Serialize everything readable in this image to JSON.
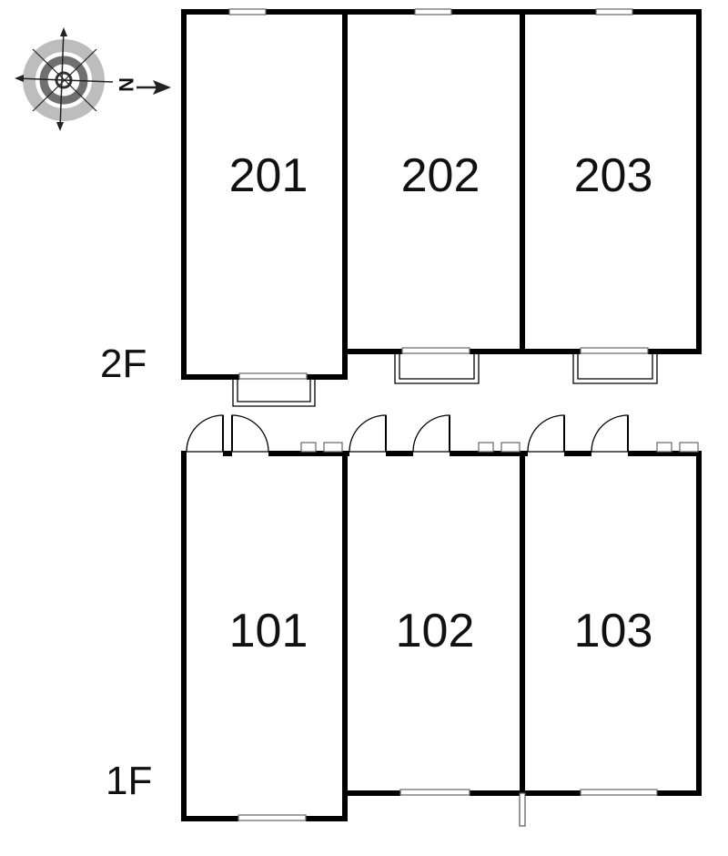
{
  "compass": {
    "north_label": "N"
  },
  "floors": [
    {
      "id": "2F",
      "label": "2F",
      "rooms": [
        "201",
        "202",
        "203"
      ]
    },
    {
      "id": "1F",
      "label": "1F",
      "rooms": [
        "101",
        "102",
        "103"
      ]
    }
  ]
}
